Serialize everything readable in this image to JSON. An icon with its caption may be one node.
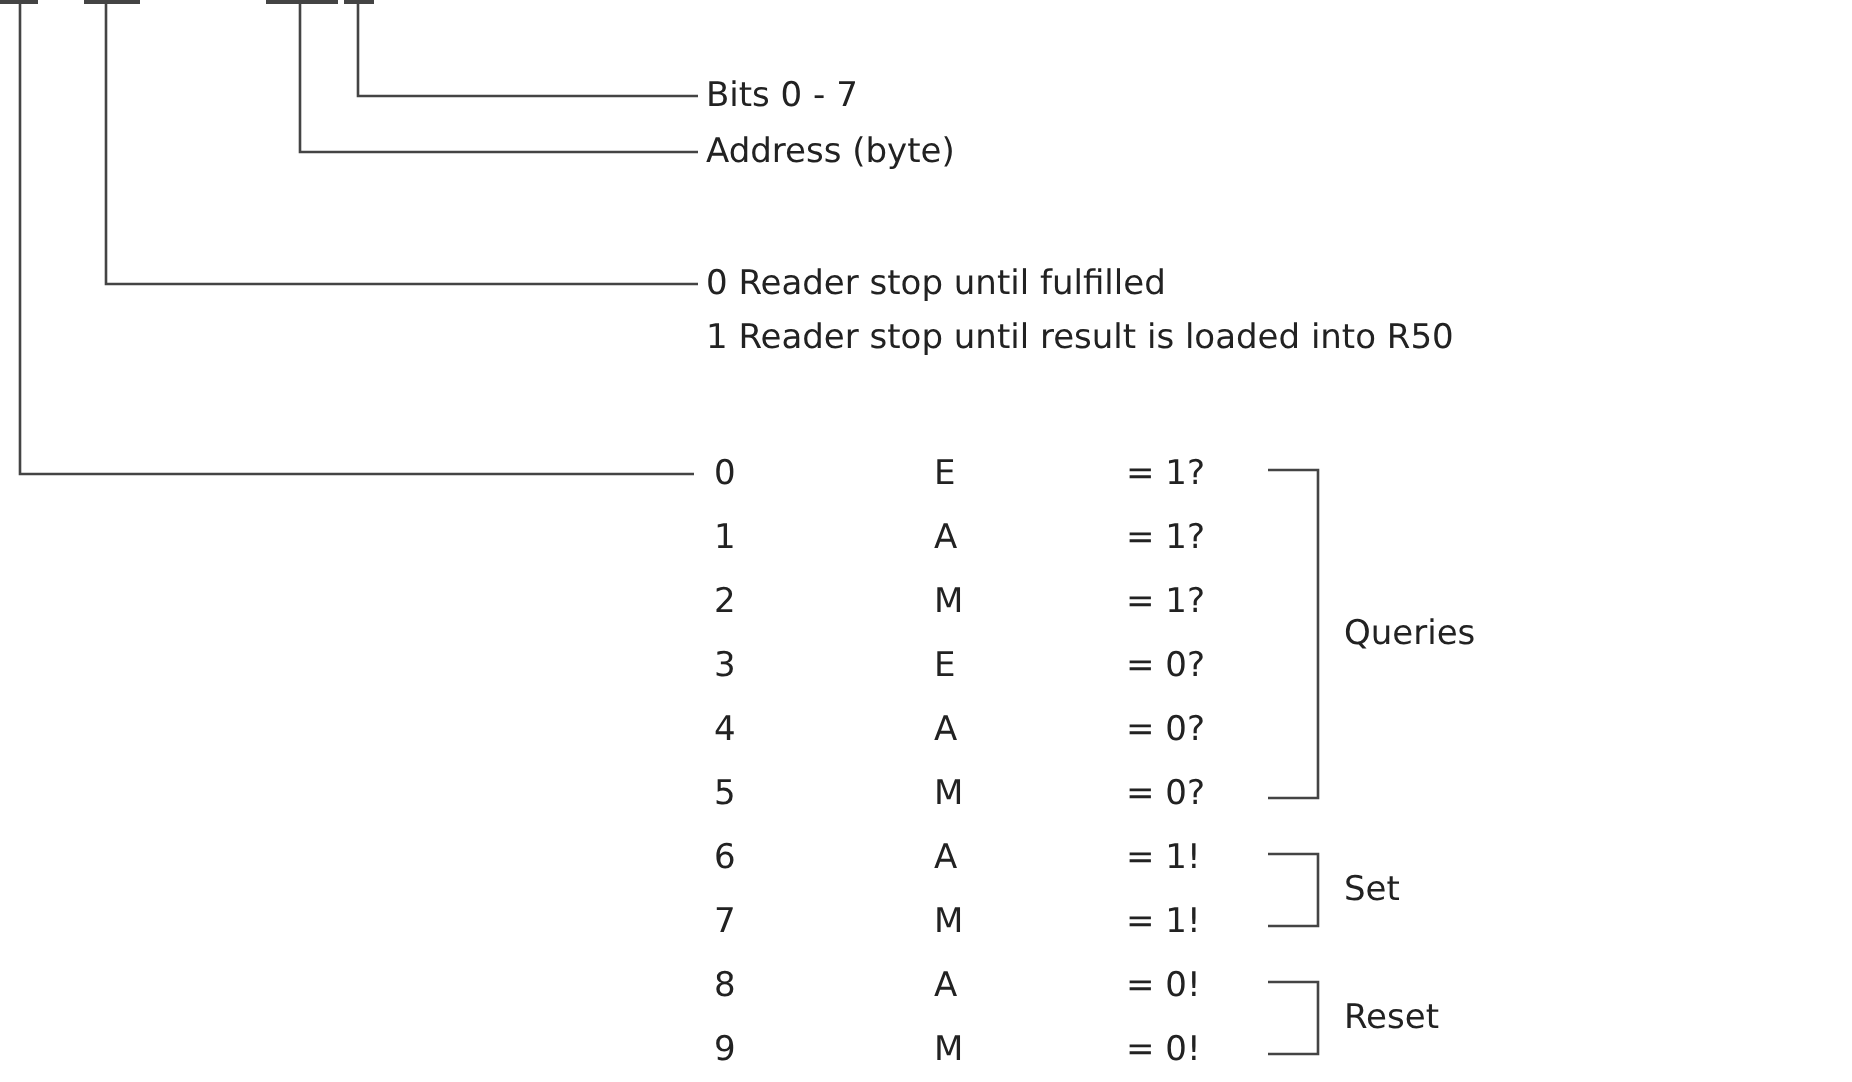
{
  "diagram": {
    "nodes": [
      {
        "text": [],
        "shape": "bar"
      },
      {
        "text": [],
        "shape": "bar"
      },
      {
        "text": [],
        "shape": "bar"
      },
      {
        "text": [],
        "shape": "bar"
      },
      {
        "text": [
          "Bits 0 - 7"
        ]
      },
      {
        "text": [
          "Address (byte)"
        ]
      },
      {
        "text": [
          "0 Reader stop until fulfilled"
        ]
      },
      {
        "text": [
          "1 Reader stop until result is loaded into R50"
        ]
      },
      {
        "text": [
          "0"
        ]
      }
    ],
    "edges": [
      {
        "from": 4,
        "to": 3,
        "arrow": "none"
      },
      {
        "from": 5,
        "to": 2,
        "arrow": "none"
      },
      {
        "from": 6,
        "to": 1,
        "arrow": "none"
      },
      {
        "from": 8,
        "to": 0,
        "arrow": "none"
      }
    ],
    "labels": [
      "E",
      "= 1?",
      "1",
      "A",
      "= 1?",
      "2",
      "M",
      "= 1?",
      "3",
      "E",
      "= 0?",
      "4",
      "A",
      "= 0?",
      "5",
      "M",
      "= 0?",
      "6",
      "A",
      "= 1!",
      "7",
      "M",
      "= 1!",
      "8",
      "A",
      "= 0!",
      "9",
      "M",
      "= 0!",
      "Queries",
      "Set",
      "Reset"
    ]
  }
}
